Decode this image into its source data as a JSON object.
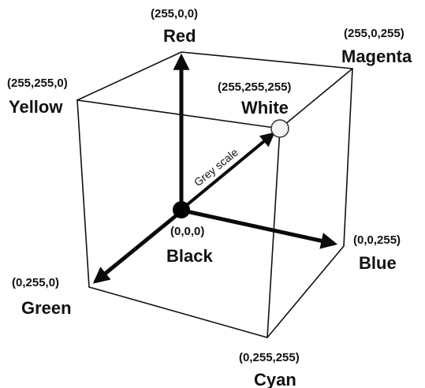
{
  "vertices": {
    "red": {
      "name": "Red",
      "coords": "(255,0,0)"
    },
    "magenta": {
      "name": "Magenta",
      "coords": "(255,0,255)"
    },
    "yellow": {
      "name": "Yellow",
      "coords": "(255,255,0)"
    },
    "white": {
      "name": "White",
      "coords": "(255,255,255)"
    },
    "black": {
      "name": "Black",
      "coords": "(0,0,0)"
    },
    "blue": {
      "name": "Blue",
      "coords": "(0,0,255)"
    },
    "green": {
      "name": "Green",
      "coords": "(0,255,0)"
    },
    "cyan": {
      "name": "Cyan",
      "coords": "(0,255,255)"
    }
  },
  "diagonal": {
    "label": "Grey scale"
  },
  "colors": {
    "line": "#111111",
    "white_marker_fill": "#f2f2f2",
    "black_marker_fill": "#000000"
  }
}
